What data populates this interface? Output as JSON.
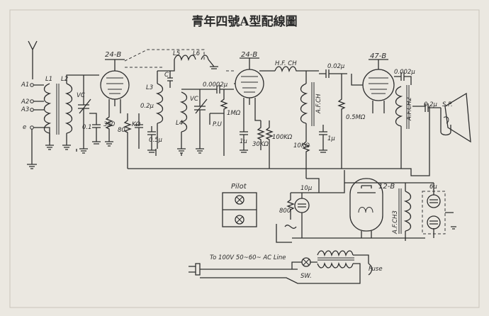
{
  "title": "青年四號A型配線圖",
  "tubes": {
    "t1": "24-B",
    "t2": "24-B",
    "t3": "47-B",
    "t4": "12-B"
  },
  "labels": {
    "antenna_a1": "A1",
    "antenna_a2": "A2",
    "antenna_a3": "A3",
    "ground_e": "e",
    "l1": "L1",
    "l2": "L2",
    "l3": "L3",
    "l4": "L4",
    "l5": "L5",
    "l6": "L6",
    "vc1": "VC",
    "vc2": "VC",
    "r350": "350",
    "r80": "80",
    "kohm1": "KΩ",
    "c02a": "0.2μ",
    "c5a": "0.5μ",
    "c01": "0.1",
    "c": "C",
    "c0002": "0.0002μ",
    "pu": "P.U",
    "one_m": "1MΩ",
    "one_mu": "1μ",
    "k30": "30KΩ",
    "k100": "100KΩ",
    "chokes_hf": "H.F. CH",
    "afch1": "A.F.CH",
    "c002": "0.02μ",
    "m05": "0.5MΩ",
    "c0002b": "0.002μ",
    "afch2": "A.F.CH2",
    "c02b": "0.2μ",
    "sp": "S.P.",
    "k10": "10KΩ",
    "one_mu2": "1μ",
    "pilot": "Pilot",
    "ten_mu": "10μ",
    "r800": "800",
    "afch3": "A.F.CH3",
    "six_mu": "6μ",
    "ac_line": "To 100V 50~60~ AC Line",
    "sw": "SW.",
    "fuse": "Fuse"
  },
  "colors": {
    "paper": "#ebe8e1",
    "ink": "#2e2e2e"
  }
}
